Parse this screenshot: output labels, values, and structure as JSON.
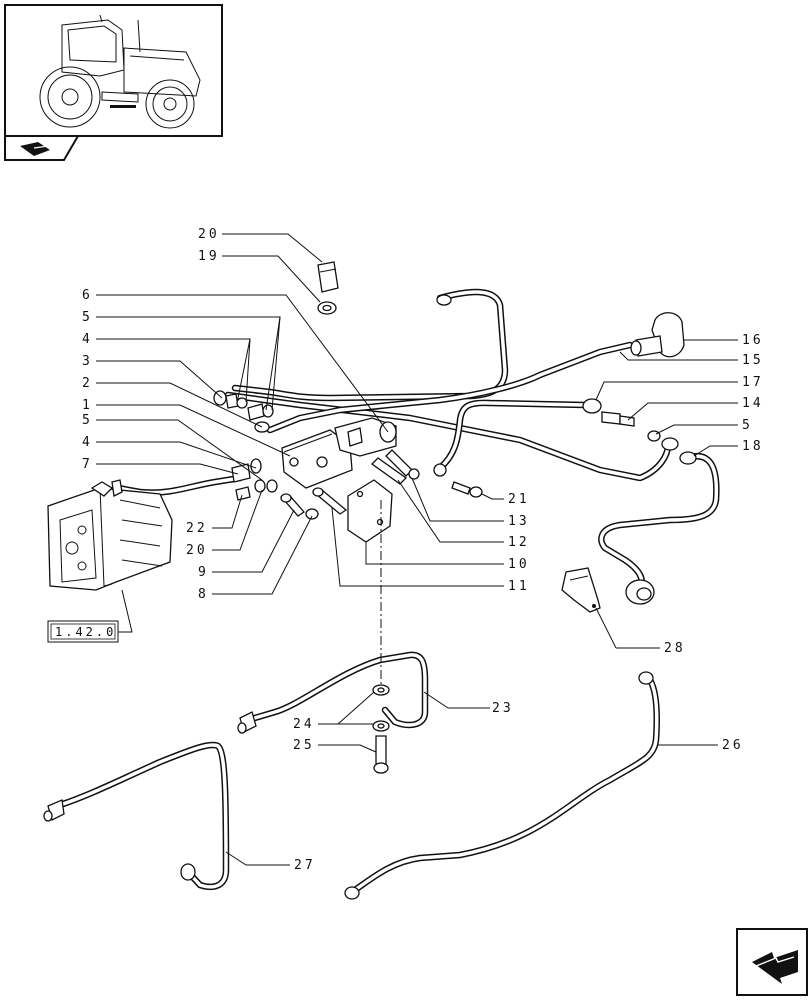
{
  "diagram": {
    "ref_label": "1.42.0",
    "callouts_left": [
      {
        "id": "c-20a",
        "text": "20"
      },
      {
        "id": "c-19",
        "text": "19"
      },
      {
        "id": "c-6",
        "text": "6"
      },
      {
        "id": "c-5a",
        "text": "5"
      },
      {
        "id": "c-4a",
        "text": "4"
      },
      {
        "id": "c-3",
        "text": "3"
      },
      {
        "id": "c-2",
        "text": "2"
      },
      {
        "id": "c-1",
        "text": "1"
      },
      {
        "id": "c-5b",
        "text": "5"
      },
      {
        "id": "c-4b",
        "text": "4"
      },
      {
        "id": "c-7",
        "text": "7"
      },
      {
        "id": "c-22",
        "text": "22"
      },
      {
        "id": "c-20b",
        "text": "20"
      },
      {
        "id": "c-9",
        "text": "9"
      },
      {
        "id": "c-8",
        "text": "8"
      },
      {
        "id": "c-24",
        "text": "24"
      },
      {
        "id": "c-25",
        "text": "25"
      }
    ],
    "callouts_right": [
      {
        "id": "c-16",
        "text": "16"
      },
      {
        "id": "c-15",
        "text": "15"
      },
      {
        "id": "c-17",
        "text": "17"
      },
      {
        "id": "c-14",
        "text": "14"
      },
      {
        "id": "c-5c",
        "text": "5"
      },
      {
        "id": "c-18",
        "text": "18"
      },
      {
        "id": "c-21",
        "text": "21"
      },
      {
        "id": "c-13",
        "text": "13"
      },
      {
        "id": "c-12",
        "text": "12"
      },
      {
        "id": "c-10",
        "text": "10"
      },
      {
        "id": "c-11",
        "text": "11"
      },
      {
        "id": "c-28",
        "text": "28"
      },
      {
        "id": "c-23",
        "text": "23"
      },
      {
        "id": "c-26",
        "text": "26"
      },
      {
        "id": "c-27",
        "text": "27"
      }
    ],
    "icons": {
      "thumbnail": "tractor-thumbnail-icon",
      "section": "section-book-icon",
      "nav": "next-page-arrow-icon"
    }
  }
}
